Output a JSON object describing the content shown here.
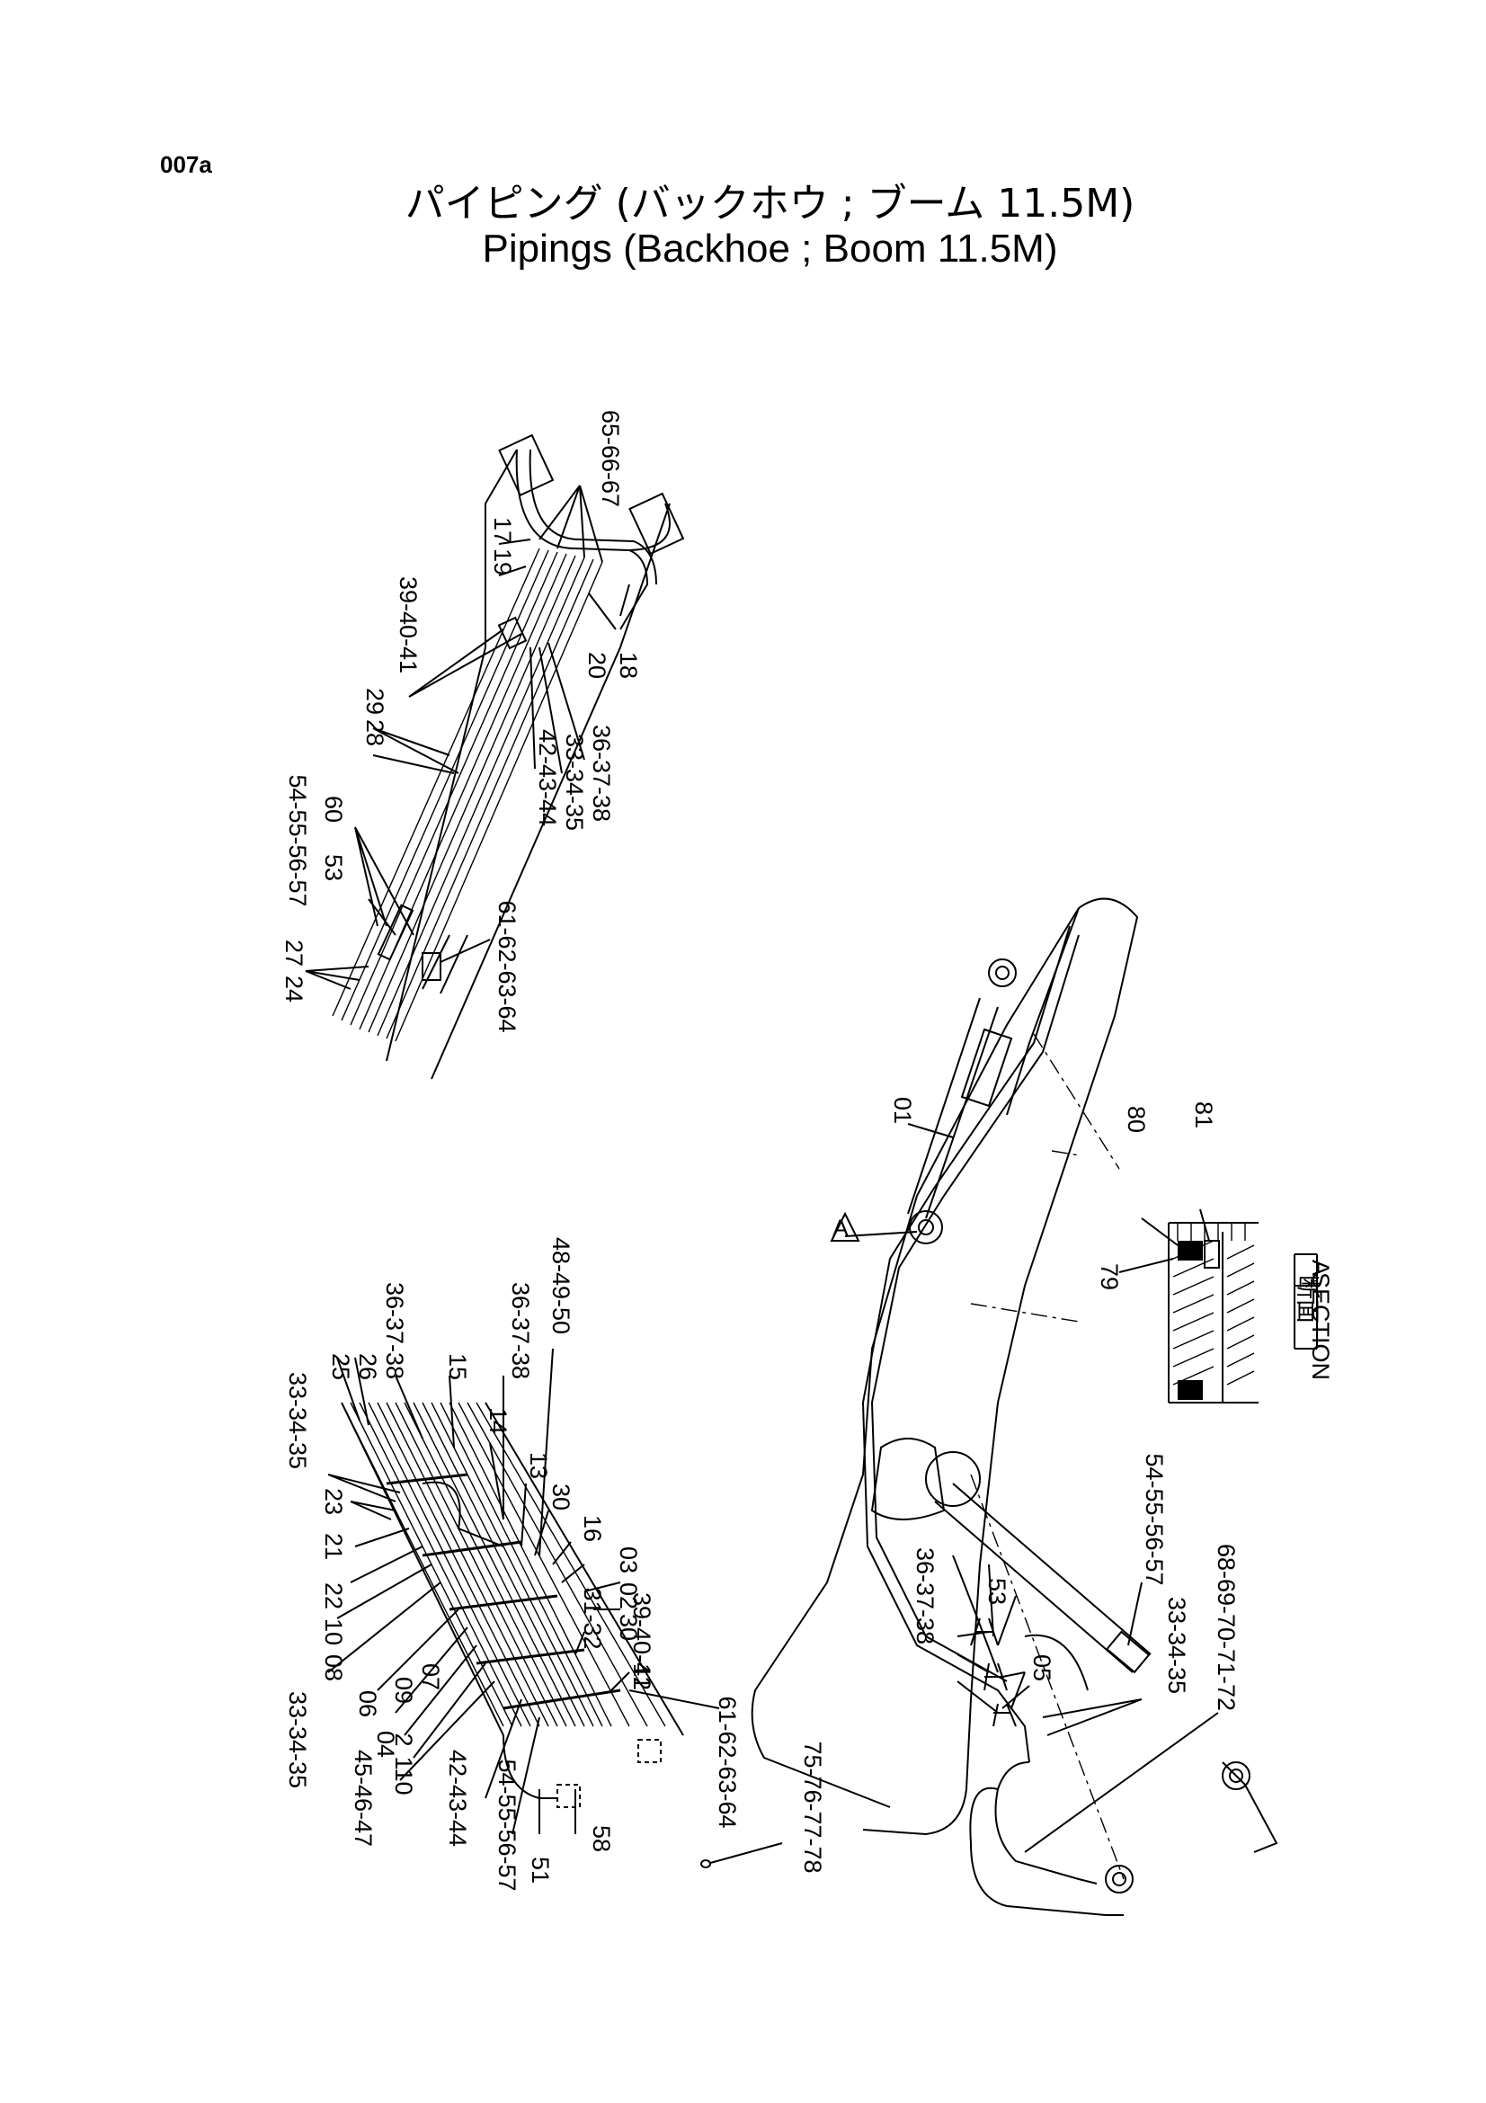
{
  "page_number": "007a",
  "title_ja": "パイピング (バックホウ ; ブーム 11.5M)",
  "title_en": "Pipings (Backhoe ; Boom 11.5M)",
  "section_label": "SECTION",
  "section_letter": "A",
  "section_kanji": "断面",
  "view_marker": "A",
  "callouts": {
    "top": [
      "65-66-67",
      "19",
      "17",
      "39-40-41",
      "28",
      "29",
      "20",
      "18",
      "42-43-44",
      "33-34-35",
      "36-37-38",
      "54-55-56-57",
      "53",
      "60",
      "24",
      "27",
      "61-62-63-64"
    ],
    "left": [
      "25",
      "26",
      "36-37-38",
      "15",
      "36-37-38",
      "48-49-50",
      "33-34-35",
      "23",
      "21",
      "22",
      "10",
      "08",
      "33-34-35",
      "14",
      "13",
      "30",
      "16",
      "03",
      "02",
      "06",
      "09",
      "07",
      "04",
      "45-46-47",
      "110",
      "2",
      "31-32",
      "39-40-41",
      "12",
      "30",
      "42-43-44",
      "54-55-56-57",
      "61-62-63-64",
      "51",
      "58",
      "75-76-77-78"
    ],
    "right": [
      "01",
      "80",
      "81",
      "79",
      "54-55-56-57",
      "36-37-38",
      "53",
      "05",
      "33-34-35",
      "68-69-70-71-72"
    ]
  }
}
